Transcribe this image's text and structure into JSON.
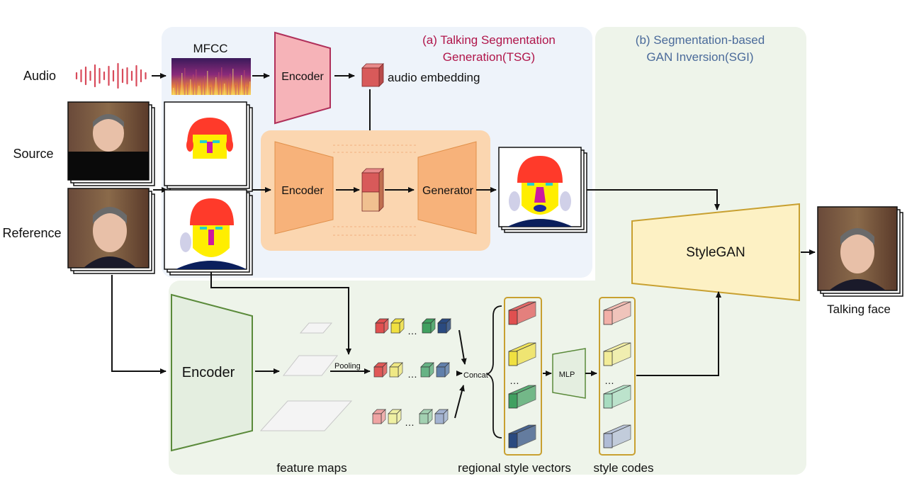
{
  "labels": {
    "audio": "Audio",
    "source": "Source",
    "reference": "Reference",
    "mfcc": "MFCC",
    "encoder_audio": "Encoder",
    "audio_embedding": "audio embedding",
    "encoder_seg": "Encoder",
    "generator": "Generator",
    "stylegan": "StyleGAN",
    "talking_face": "Talking face",
    "encoder_main": "Encoder",
    "feature_maps": "feature maps",
    "pooling": "Pooling",
    "concat": "Concat",
    "mlp": "MLP",
    "regional_style_vectors": "regional style vectors",
    "style_codes": "style codes",
    "dots": "…",
    "dots_vertical": "⋮"
  },
  "panels": {
    "tsg_line1": "(a) Talking Segmentation",
    "tsg_line2": "Generation(TSG)",
    "sgi_line1": "(b) Segmentation-based",
    "sgi_line2": "GAN Inversion(SGI)"
  },
  "colors": {
    "tsg_title": "#b0154a",
    "sgi_title": "#4a6a9a",
    "tsg_panel": "#eef3fa",
    "sgi_panel": "#eef4ea",
    "audio_wave": "#d84a5a",
    "pink_encoder": "#f6b3b8",
    "orange_block": "#fbd6b0",
    "orange_trap": "#f7b27a",
    "stylegan_fill": "#fdf1c4",
    "stylegan_stroke": "#c8a030",
    "green_encoder": "#e4eee0",
    "green_stroke": "#5a8a3a",
    "style_border": "#c8a030",
    "face_red": "#ff3a2a",
    "face_yellow": "#ffee00",
    "face_magenta": "#cc1aa0",
    "face_cyan": "#20d0d0",
    "face_navy": "#0b1f5c"
  },
  "style_colors": [
    "#e05050",
    "#f0e040",
    "#40a060",
    "#2a4a80"
  ],
  "style_colors_light": [
    "#f0a0a0",
    "#f0f0a0",
    "#a0d0b0",
    "#a0b0d0"
  ]
}
